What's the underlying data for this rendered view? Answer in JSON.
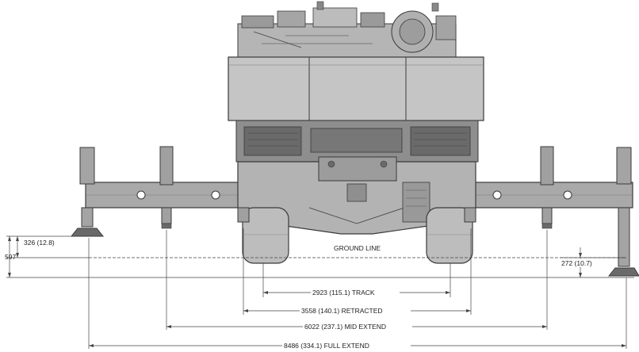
{
  "labels": {
    "ground_line": "GROUND LINE",
    "dim_326": "326 (12.8)",
    "dim_597": "597",
    "dim_272": "272 (10.7)",
    "dim_track": "2923 (115.1) TRACK",
    "dim_retracted": "3558 (140.1) RETRACTED",
    "dim_mid": "6022 (237.1) MID EXTEND",
    "dim_full": "8486 (334.1) FULL EXTEND"
  },
  "colors": {
    "machine_light": "#c9c9c9",
    "machine_mid": "#a9a9a9",
    "machine_dark": "#5a5a5a",
    "outline": "#3a3a3a",
    "dimension_line": "#444444",
    "tire": "#bdbdbd"
  }
}
